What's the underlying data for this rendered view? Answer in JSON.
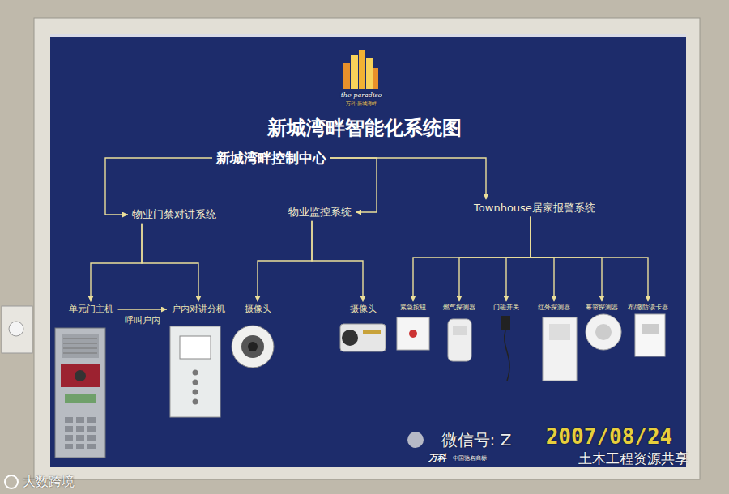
{
  "diagram": {
    "title": "新城湾畔智能化系统图",
    "nodes": [
      {
        "text": [
          "新城湾畔控制中心"
        ]
      },
      {
        "text": [
          "物业门禁对讲系统"
        ]
      },
      {
        "text": [
          "物业监控系统"
        ]
      },
      {
        "text": [
          "Townhouse居家报警系统"
        ]
      },
      {
        "text": [
          "单元门主机"
        ]
      },
      {
        "text": [
          "户内对讲分机"
        ]
      },
      {
        "text": [
          "摄像头"
        ]
      },
      {
        "text": [
          "摄像头"
        ]
      },
      {
        "text": [
          "紧急按钮"
        ]
      },
      {
        "text": [
          "燃气探测器"
        ]
      },
      {
        "text": [
          "门磁开关"
        ]
      },
      {
        "text": [
          "红外探测器"
        ]
      },
      {
        "text": [
          "幕帘探测器"
        ]
      },
      {
        "text": [
          "布/撤防读卡器"
        ]
      }
    ],
    "edges": [
      {
        "from": 0,
        "to": 1,
        "arrow": "to"
      },
      {
        "from": 0,
        "to": 2,
        "arrow": "to"
      },
      {
        "from": 0,
        "to": 3,
        "arrow": "to"
      },
      {
        "from": 1,
        "to": 4,
        "arrow": "to"
      },
      {
        "from": 1,
        "to": 5,
        "arrow": "to"
      },
      {
        "from": 2,
        "to": 6,
        "arrow": "to"
      },
      {
        "from": 2,
        "to": 7,
        "arrow": "to"
      },
      {
        "from": 3,
        "to": 8,
        "arrow": "to"
      },
      {
        "from": 3,
        "to": 9,
        "arrow": "to"
      },
      {
        "from": 3,
        "to": 10,
        "arrow": "to"
      },
      {
        "from": 3,
        "to": 11,
        "arrow": "to"
      },
      {
        "from": 3,
        "to": 12,
        "arrow": "to"
      },
      {
        "from": 3,
        "to": 13,
        "arrow": "to"
      },
      {
        "from": 4,
        "to": 5,
        "label": "呼叫户内",
        "arrow": "to"
      }
    ],
    "labels": [
      "the paradiso",
      "万科·新城湾畔",
      "万科",
      "中国驰名商标",
      "2007/08/24",
      "微信号: Z",
      "土木工程资源共享",
      "大数跨境"
    ]
  }
}
